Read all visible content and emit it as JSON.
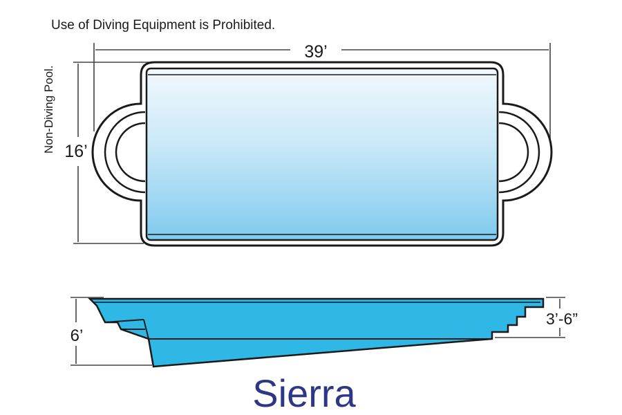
{
  "warning_text": "Use of Diving Equipment is Prohibited.",
  "side_text": "Non-Diving Pool.",
  "length": "39’",
  "width": "16’",
  "deep_end_depth": "6’",
  "shallow_end_depth": "3’-6”",
  "model_name": "Sierra",
  "colors": {
    "pool_light": "#e8f4fb",
    "pool_mid": "#b6def3",
    "pool_dark": "#77c6ec",
    "profile_fill": "#2fb7e6",
    "outline": "#1a1a1a",
    "name_color": "#2e3686"
  }
}
